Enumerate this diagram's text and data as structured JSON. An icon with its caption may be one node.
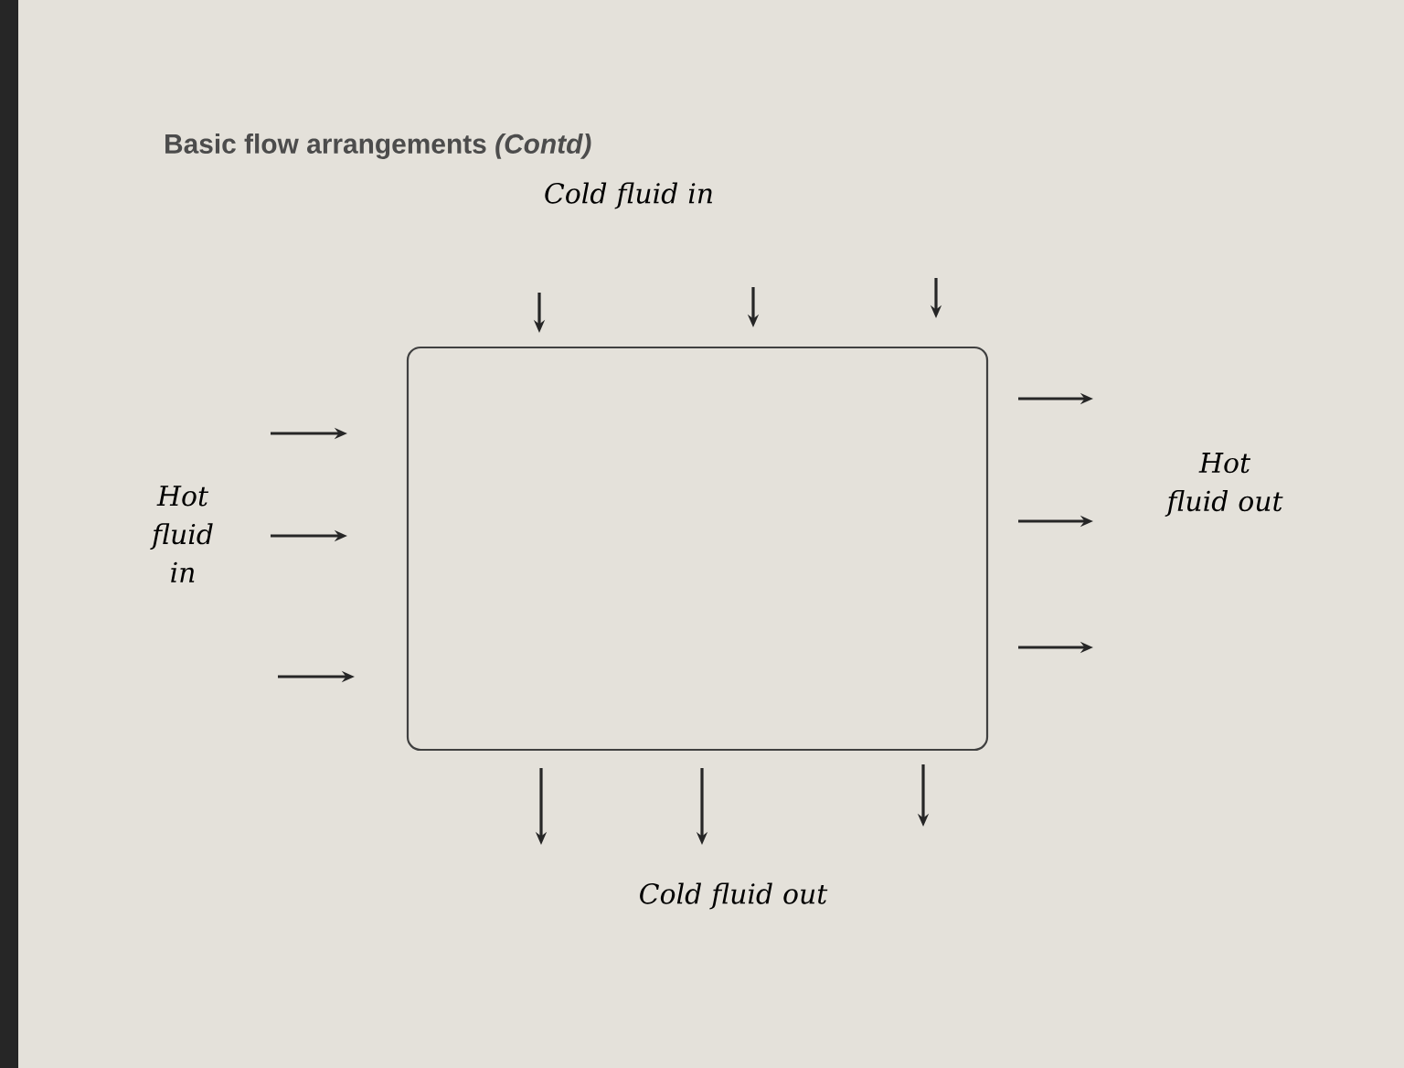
{
  "diagram": {
    "title": "Basic flow arrangements *(Contd)*",
    "nodes": [
      {
        "text": [],
        "shape": "box"
      }
    ],
    "labels": [
      "Cold fluid in",
      "Hot fluid in",
      "Hot fluid out",
      "Cold fluid out"
    ]
  }
}
